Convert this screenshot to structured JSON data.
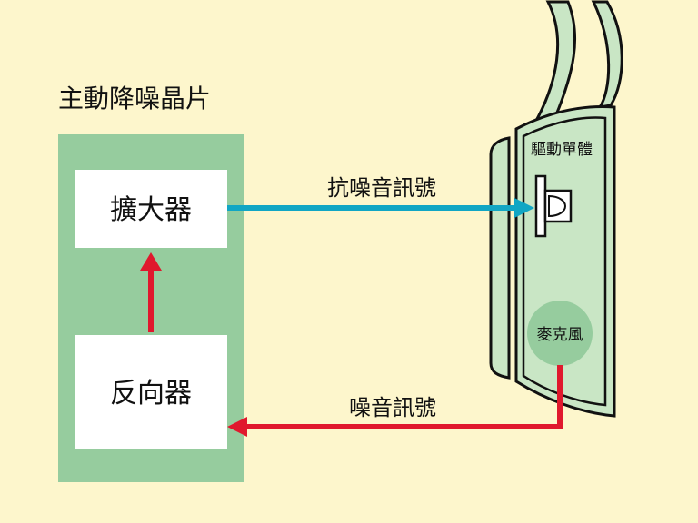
{
  "title": "主動降噪晶片",
  "blocks": {
    "amplifier": "擴大器",
    "inverter": "反向器"
  },
  "signals": {
    "anti_noise": "抗噪音訊號",
    "noise": "噪音訊號"
  },
  "headphone": {
    "driver_label": "驅動單體",
    "mic_label": "麥克風"
  },
  "colors": {
    "background": "#FDF6CC",
    "chip": "#96CC9E",
    "block": "#FFFFFF",
    "headphone_fill": "#C9E6C5",
    "outline": "#111111",
    "anti_noise_arrow": "#11A6C4",
    "noise_arrow": "#E0182D",
    "internal_arrow": "#E0182D"
  }
}
